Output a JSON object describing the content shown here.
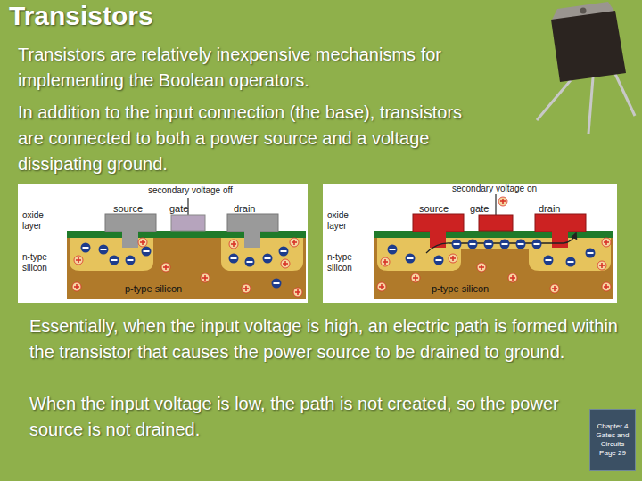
{
  "diagram": {
    "title": "Transistors",
    "nodes": [
      {
        "text": [
          "Chapter 4 Gates and Circuits Page 29"
        ]
      }
    ],
    "labels": [
      "Transistors are relatively inexpensive mechanisms for implementing the Boolean operators.",
      "In addition to the input connection (the base), transistors are connected to both a power source and a voltage dissipating ground.",
      "secondary voltage off",
      "oxide layer",
      "source",
      "gate",
      "drain",
      "n-type silicon",
      "p-type silicon",
      "secondary voltage on",
      "oxide layer",
      "source",
      "gate",
      "drain",
      "n-type silicon",
      "p-type silicon",
      "Essentially, when the input voltage is high, an electric path is formed within the transistor that causes the power source to be drained to ground.",
      "When the input voltage is low, the path is not created, so the power source is not drained."
    ]
  }
}
